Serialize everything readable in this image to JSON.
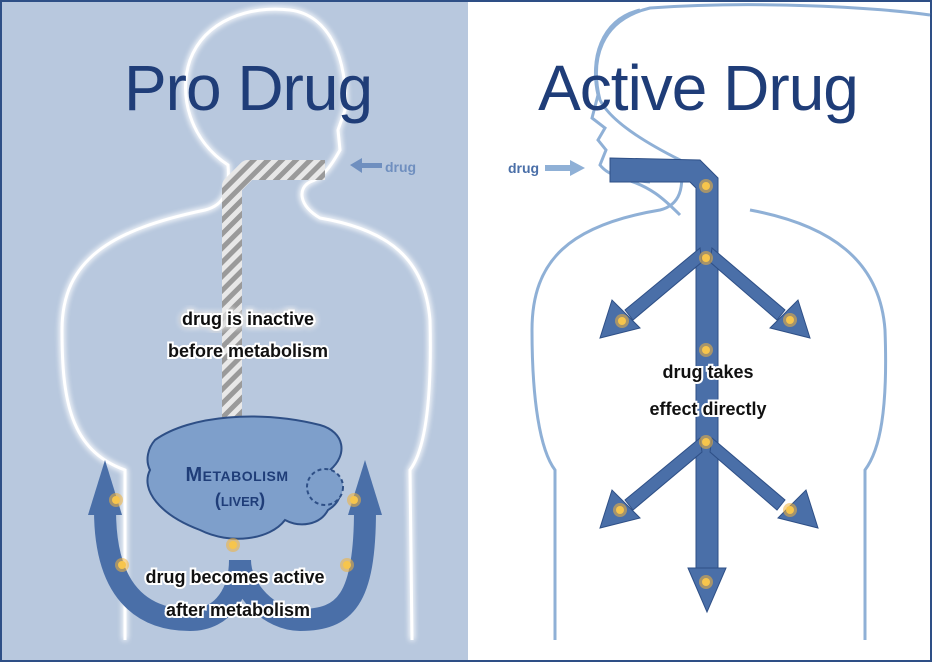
{
  "left_panel": {
    "title": "Pro Drug",
    "drug_label": "drug",
    "inactive_line1": "drug is inactive",
    "inactive_line2": "before metabolism",
    "metabolism_line1": "Metabolism",
    "metabolism_line2": "(liver)",
    "active_line1": "drug becomes active",
    "active_line2": "after metabolism"
  },
  "right_panel": {
    "title": "Active Drug",
    "drug_label": "drug",
    "effect_line1": "drug takes",
    "effect_line2": "effect directly"
  },
  "colors": {
    "left_background": "#b8c8de",
    "right_background": "#ffffff",
    "title": "#1f3d78",
    "arrow_fill": "#4a6fa8",
    "arrow_stroke": "#2e4f86",
    "spark": "#f2b33a",
    "gray_pipe": "#9a9a9a",
    "body_outline_left": "#ffffff",
    "body_outline_right": "#8fb0d6",
    "liver_fill": "#7e9fcb",
    "liver_text": "#1f3d78"
  },
  "icons": [
    "spark-icon",
    "arrow-icon"
  ]
}
